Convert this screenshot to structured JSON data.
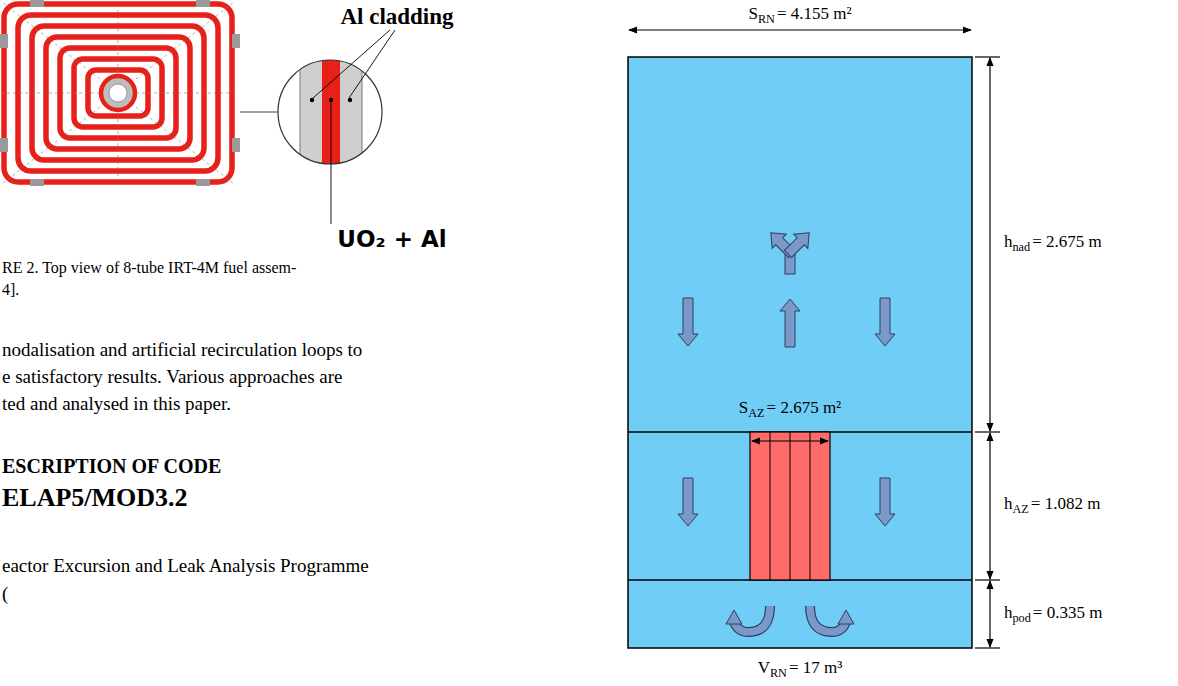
{
  "diagram": {
    "labels": [
      "Al cladding",
      "UO₂ + Al",
      "RE 2. Top view of 8-tube IRT-4M fuel assem-",
      "4].",
      "nodalisation and artificial recirculation loops to",
      "e satisfactory results. Various approaches are",
      "ted and analysed in this paper.",
      "ESCRIPTION OF CODE",
      "ELAP5/MOD3.2",
      "eactor Excursion and Leak Analysis Programme",
      "(",
      "S",
      "RN",
      "= 4.155 m²",
      "h",
      "nad",
      "= 2.675 m",
      "S",
      "AZ",
      "= 2.675 m²",
      "h",
      "AZ",
      "= 1.082 m",
      "h",
      "pod",
      "= 0.335 m",
      "V",
      "RN",
      "= 17 m³"
    ]
  }
}
